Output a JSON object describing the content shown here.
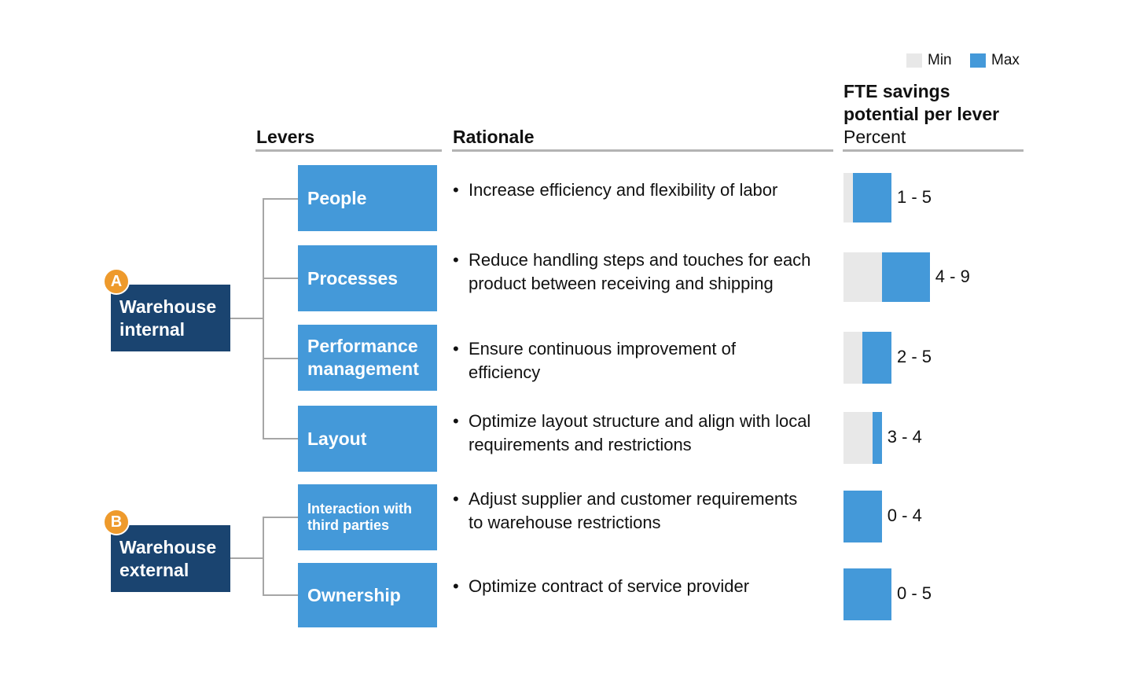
{
  "legend": {
    "min_label": "Min",
    "max_label": "Max",
    "min_color": "#e8e8e8",
    "max_color": "#4499d9"
  },
  "headers": {
    "levers": "Levers",
    "rationale": "Rationale",
    "fte_title_line1": "FTE savings",
    "fte_title_line2": "potential per lever",
    "fte_unit": "Percent"
  },
  "groups": [
    {
      "badge": "A",
      "label_line1": "Warehouse",
      "label_line2": "internal"
    },
    {
      "badge": "B",
      "label_line1": "Warehouse",
      "label_line2": "external"
    }
  ],
  "levers": [
    {
      "label_line1": "People",
      "label_line2": "",
      "rationale": "Increase efficiency and flexibility of labor",
      "min": 1,
      "max": 5,
      "range_label": "1 - 5"
    },
    {
      "label_line1": "Processes",
      "label_line2": "",
      "rationale": "Reduce handling steps and touches for each product between receiving and shipping",
      "min": 4,
      "max": 9,
      "range_label": "4 - 9"
    },
    {
      "label_line1": "Performance",
      "label_line2": "management",
      "rationale": "Ensure continuous improvement of efficiency",
      "min": 2,
      "max": 5,
      "range_label": "2 - 5"
    },
    {
      "label_line1": "Layout",
      "label_line2": "",
      "rationale": "Optimize layout structure and align with local requirements and restrictions",
      "min": 3,
      "max": 4,
      "range_label": "3 - 4"
    },
    {
      "label_line1": "Interaction with",
      "label_line2": "third parties",
      "rationale": "Adjust supplier and customer requirements to warehouse restrictions",
      "min": 0,
      "max": 4,
      "range_label": "0 - 4"
    },
    {
      "label_line1": "Ownership",
      "label_line2": "",
      "rationale": "Optimize contract of service provider",
      "min": 0,
      "max": 5,
      "range_label": "0 - 5"
    }
  ]
}
